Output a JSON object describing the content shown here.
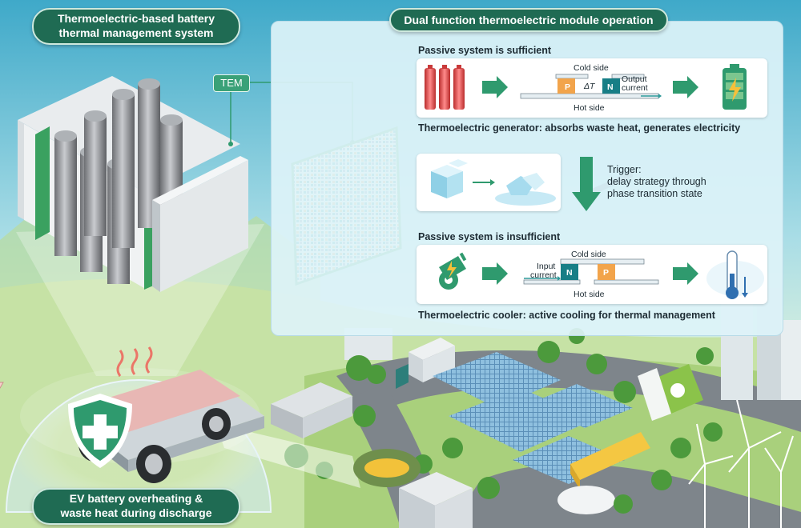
{
  "title_left": {
    "line1": "Thermoelectric-based battery",
    "line2": "thermal management system"
  },
  "title_right": "Dual function thermoelectric module operation",
  "tem_label": "TEM",
  "generator": {
    "heading": "Passive system is sufficient",
    "cold_side": "Cold side",
    "hot_side": "Hot side",
    "p_label": "P",
    "n_label": "N",
    "delta_t": "ΔT",
    "output_current": {
      "line1": "Output",
      "line2": "current"
    },
    "caption": "Thermoelectric generator: absorbs waste heat, generates electricity"
  },
  "trigger": {
    "line1": "Trigger:",
    "line2": "delay strategy through",
    "line3": "phase transition state"
  },
  "cooler": {
    "heading": "Passive system is insufficient",
    "cold_side": "Cold side",
    "hot_side": "Hot side",
    "n_label": "N",
    "p_label": "P",
    "input_current": {
      "line1": "Input",
      "line2": "current"
    },
    "caption": "Thermoelectric cooler: active cooling for thermal management"
  },
  "bottom_left": {
    "line1": "EV battery overheating &",
    "line2": "waste heat during discharge"
  },
  "colors": {
    "pill": "#1f6b53",
    "accent_green": "#2f9a6e",
    "p_type": "#f2a44b",
    "n_type": "#177e86",
    "battery_red": "#e04848"
  },
  "icons": [
    "battery-cells-icon",
    "charged-battery-icon",
    "ice-cube-icon",
    "melted-ice-icon",
    "plug-icon",
    "thermometer-icon",
    "shield-cross-icon",
    "recycle-icon"
  ]
}
